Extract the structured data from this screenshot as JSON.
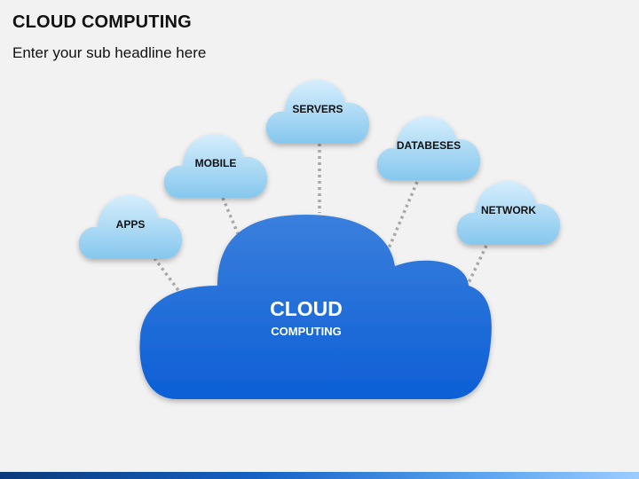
{
  "slide": {
    "title": "CLOUD COMPUTING",
    "subtitle": "Enter your sub headline here"
  },
  "colors": {
    "background": "#f2f2f2",
    "main_cloud_top": "#3a7fdc",
    "main_cloud_bottom": "#0d5fd6",
    "small_cloud_top": "#cdeafb",
    "small_cloud_bottom": "#8ccbef",
    "connector": "#a8a8a8",
    "small_label": "#111111",
    "main_label": "#ffffff"
  },
  "main_cloud": {
    "label_line1": "CLOUD",
    "label_line2": "COMPUTING"
  },
  "nodes": [
    {
      "id": "apps",
      "label": "APPS"
    },
    {
      "id": "mobile",
      "label": "MOBILE"
    },
    {
      "id": "servers",
      "label": "SERVERS"
    },
    {
      "id": "databases",
      "label": "DATABESES"
    },
    {
      "id": "network",
      "label": "NETWORK"
    }
  ]
}
